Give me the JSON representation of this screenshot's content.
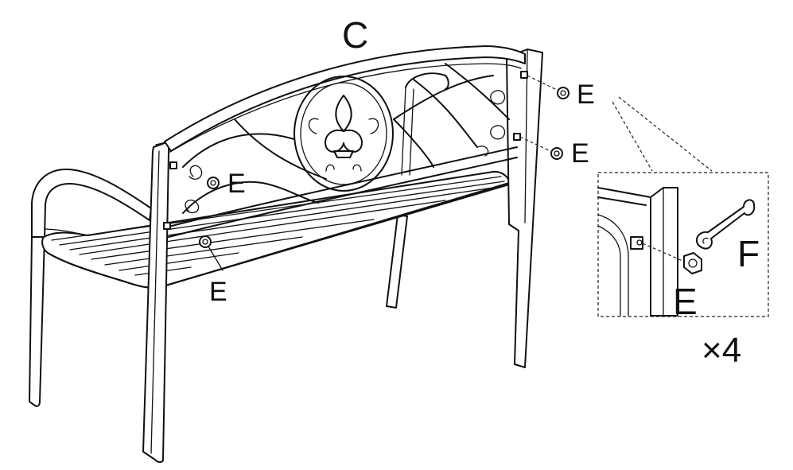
{
  "labels": {
    "part_c": "C",
    "nut_top": "E",
    "nut_mid": "E",
    "nut_left_back": "E",
    "nut_left_seat": "E",
    "detail_nut": "E",
    "detail_wrench": "F",
    "quantity": "×4"
  },
  "icons": [
    "bench",
    "hex-nut",
    "open-end-wrench"
  ]
}
